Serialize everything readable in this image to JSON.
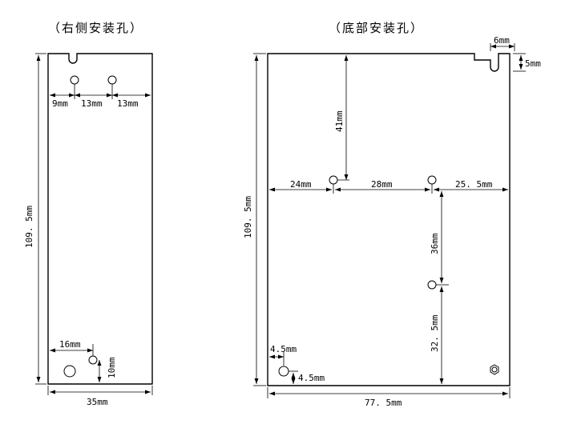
{
  "titles": {
    "side": "（右侧安装孔）",
    "bottom": "（底部安装孔）"
  },
  "side_view": {
    "height": "109. 5mm",
    "width": "35mm",
    "gap_left": "9mm",
    "gap_mid": "13mm",
    "gap_right": "13mm",
    "hole_x": "16mm",
    "hole_y": "10mm"
  },
  "bottom_view": {
    "height": "109. 5mm",
    "width": "77. 5mm",
    "notch_w": "6mm",
    "notch_h": "5mm",
    "top_gap": "41mm",
    "left_gap": "24mm",
    "mid_gap": "28mm",
    "right_gap": "25. 5mm",
    "vert_mid": "36mm",
    "vert_low": "32. 5mm",
    "corner_x": "4.5mm",
    "corner_y": "4.5mm"
  }
}
